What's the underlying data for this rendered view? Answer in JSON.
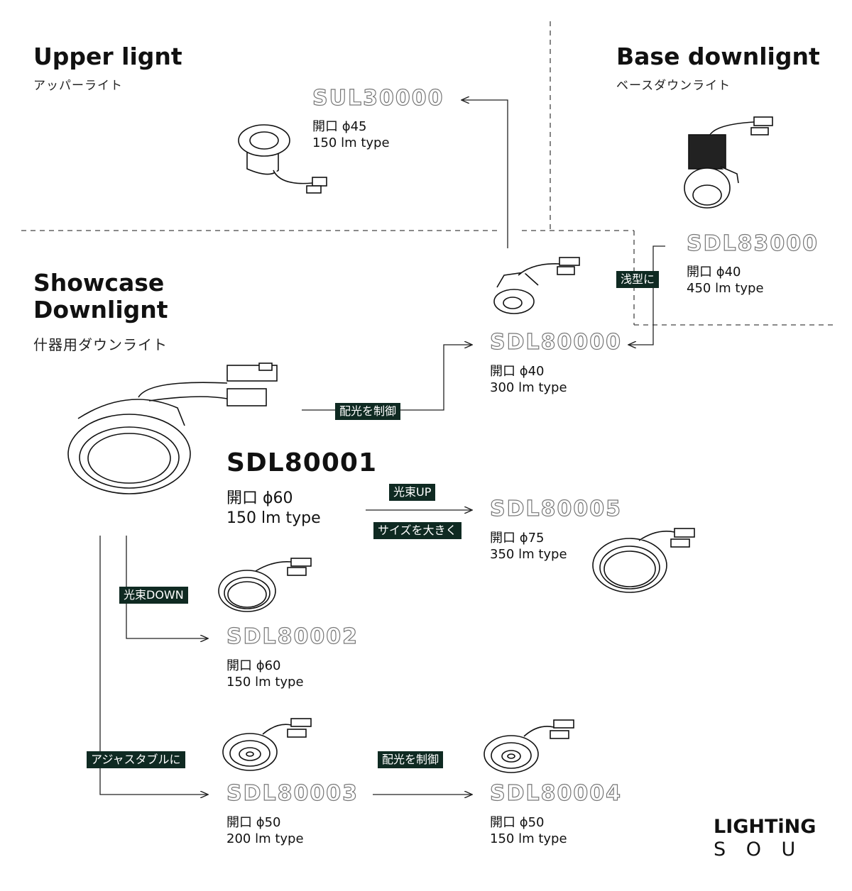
{
  "sections": {
    "upper": {
      "title": "Upper lignt",
      "subtitle": "アッパーライト"
    },
    "base": {
      "title": "Base downlignt",
      "subtitle": "ベースダウンライト"
    },
    "showcase": {
      "title_line1": "Showcase",
      "title_line2": "Downlignt",
      "subtitle": "什器用ダウンライト"
    }
  },
  "products": {
    "sul30000": {
      "code": "SUL30000",
      "aperture": "開口 ϕ45",
      "lumen": "150 lm type"
    },
    "sdl83000": {
      "code": "SDL83000",
      "aperture": "開口 ϕ40",
      "lumen": "450 lm type"
    },
    "sdl80000": {
      "code": "SDL80000",
      "aperture": "開口 ϕ40",
      "lumen": "300 lm type"
    },
    "sdl80001": {
      "code": "SDL80001",
      "aperture": "開口 ϕ60",
      "lumen": "150 lm type"
    },
    "sdl80005": {
      "code": "SDL80005",
      "aperture": "開口 ϕ75",
      "lumen": "350 lm type"
    },
    "sdl80002": {
      "code": "SDL80002",
      "aperture": "開口 ϕ60",
      "lumen": "150 lm type"
    },
    "sdl80003": {
      "code": "SDL80003",
      "aperture": "開口 ϕ50",
      "lumen": "200 lm type"
    },
    "sdl80004": {
      "code": "SDL80004",
      "aperture": "開口 ϕ50",
      "lumen": "150 lm type"
    }
  },
  "tags": {
    "shallow": "浅型に",
    "distribution_1": "配光を制御",
    "lumen_up": "光束UP",
    "size_up": "サイズを大きく",
    "lumen_down": "光束DOWN",
    "adjustable": "アジャスタブルに",
    "distribution_2": "配光を制御"
  },
  "logo": {
    "line1": "LIGHTiNG",
    "line2": "S O U"
  },
  "colors": {
    "tag_bg": "#0f2a22",
    "line": "#222222",
    "outline_text": "#777777"
  }
}
